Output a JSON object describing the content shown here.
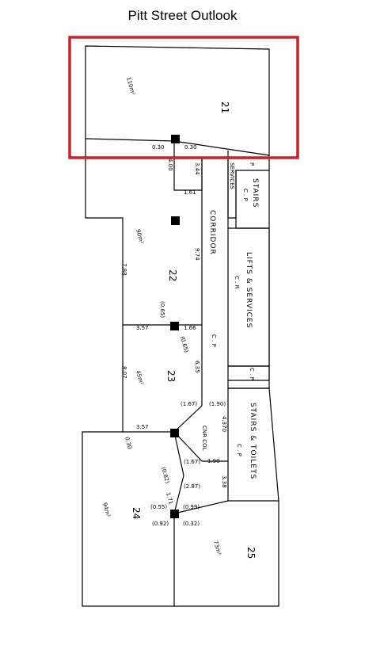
{
  "title": "Pitt Street Outlook",
  "colors": {
    "line": "#000000",
    "highlight": "#d0202a",
    "background": "#ffffff"
  },
  "units": {
    "u21": {
      "number": "21",
      "area": "110m²"
    },
    "u22": {
      "number": "22",
      "area": "90m²"
    },
    "u23": {
      "number": "23",
      "area": "45m²"
    },
    "u24": {
      "number": "24",
      "area": "94m²"
    },
    "u25": {
      "number": "25",
      "area": "73m²"
    }
  },
  "rooms": {
    "services_top": "SERVICES",
    "p_top": "P",
    "stairs_cp": "STAIRS",
    "stairs_cp_sub": "C . P",
    "corridor": "CORRIDOR",
    "corridor_cp": "C . P",
    "lifts": "LIFTS & SERVICES",
    "lifts_sub": "C . R",
    "cp_small": "C . P",
    "stairs_toilets": "STAIRS & TOILETS",
    "stairs_toilets_sub": "C . P",
    "cnr_col": "CNR COL"
  },
  "dimensions": {
    "d_030a": "0.30",
    "d_030b": "0.30",
    "d_400": "4.00",
    "d_344": "3.44",
    "d_161": "1.61",
    "d_974": "9.74",
    "d_788": "7.88",
    "d_357a": "3.57",
    "d_066": "1.66",
    "d_065a": "(0.65)",
    "d_065b": "(0.65)",
    "d_635": "6.35",
    "d_807": "8.07",
    "d_190": "(1.90)",
    "d_167a": "(1.67)",
    "d_357b": "3.57",
    "d_437": "4.370",
    "d_030c": "0.30",
    "d_167b": "(1.67)",
    "d_190b": "1.90",
    "d_338": "3.38",
    "d_287": "(2.87)",
    "d_171": "1.71",
    "d_055": "(0.55)",
    "d_092": "(0.92)",
    "d_099": "(0.99)",
    "d_032": "(0.32)",
    "d_082": "(0.82)"
  }
}
